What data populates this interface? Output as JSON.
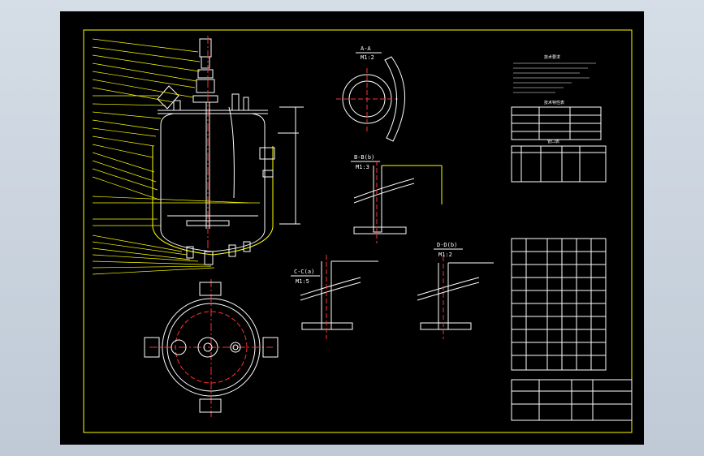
{
  "colors": {
    "background": "#000000",
    "border": "#ffff00",
    "outline": "#ffffff",
    "center_line": "#ff3030",
    "leader": "#ffff00",
    "shell": "#ffff00"
  },
  "views": {
    "section_a": {
      "title": "A-A",
      "scale": "M1:2"
    },
    "section_b": {
      "title": "B-B(b)",
      "scale": "M1:3"
    },
    "section_c": {
      "title": "C-C(a)",
      "scale": "M1:5"
    },
    "section_d": {
      "title": "D-D(b)",
      "scale": "M1:2"
    }
  },
  "title_block": {
    "tech_heading": "技术要求",
    "spec_heading": "技术特性表",
    "nozzle_heading": "管口表"
  }
}
